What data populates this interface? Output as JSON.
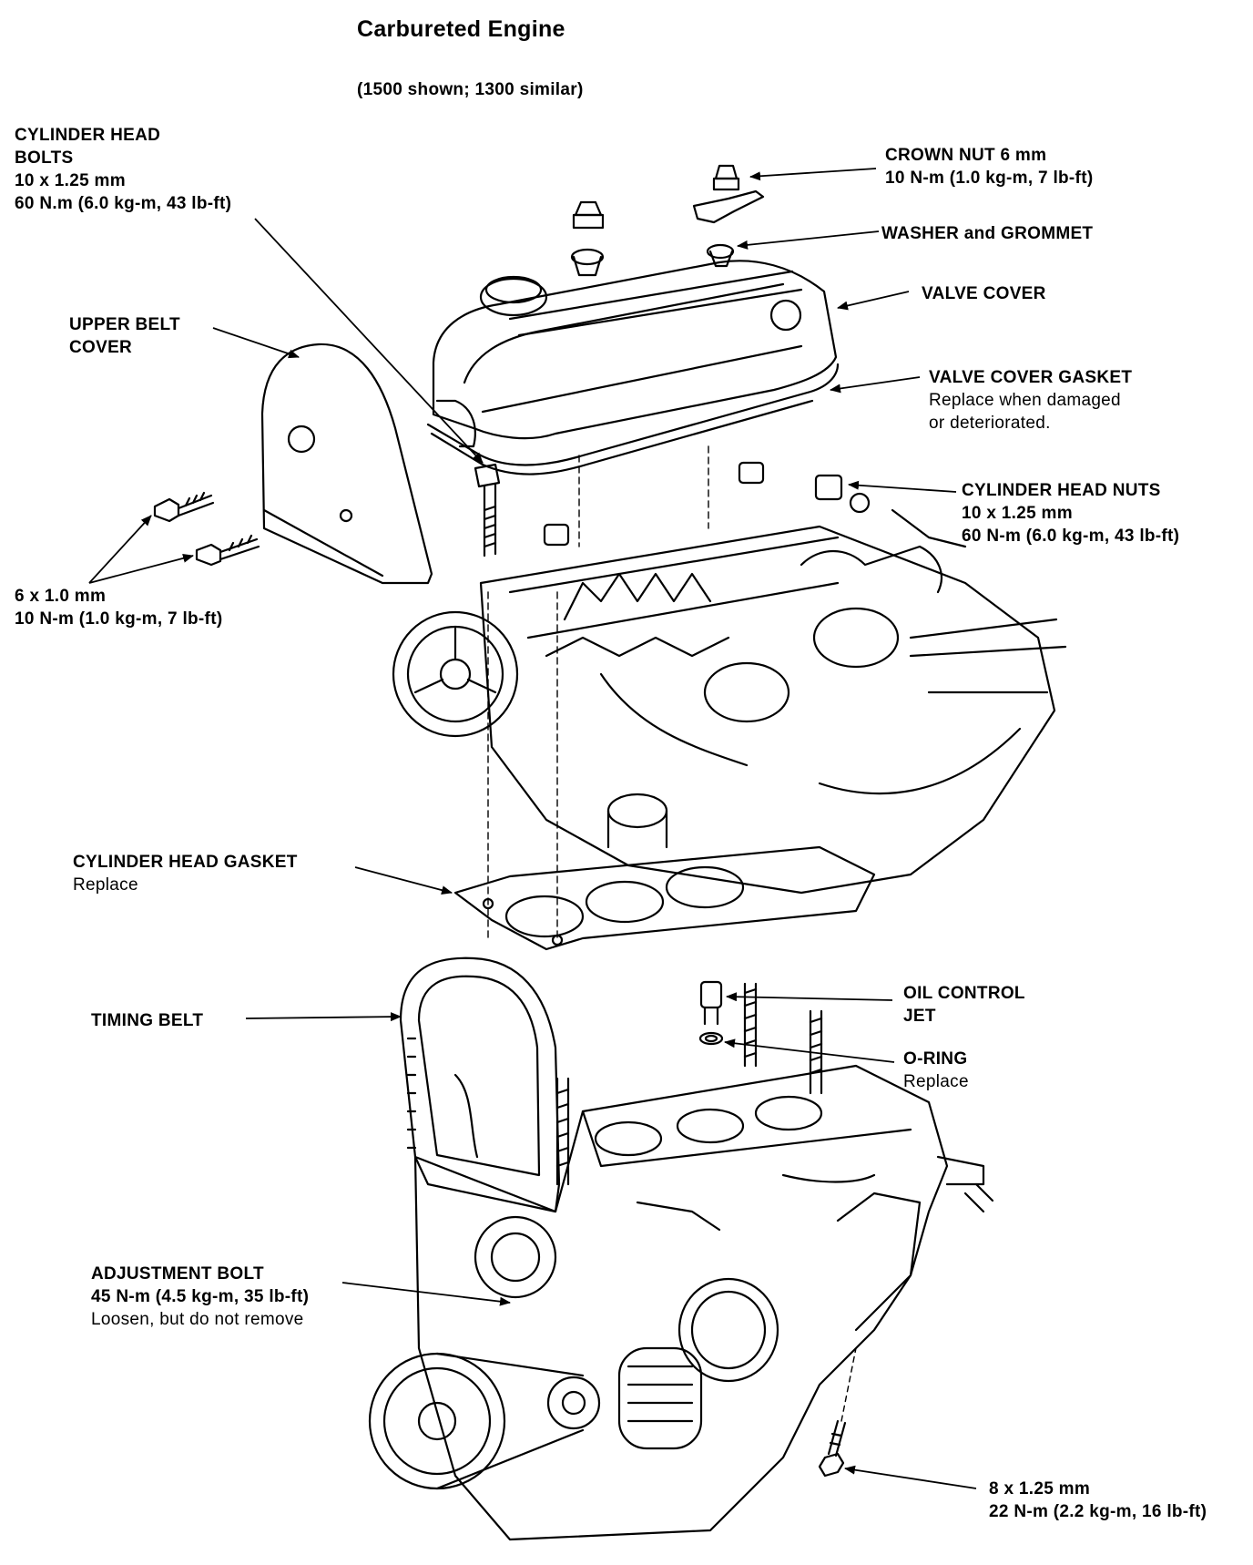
{
  "title": "Carbureted Engine",
  "subtitle": "(1500 shown; 1300 similar)",
  "labels": {
    "cyl_head_bolts": {
      "l1": "CYLINDER HEAD",
      "l2": "BOLTS",
      "l3": "10 x 1.25 mm",
      "l4": "60 N.m (6.0 kg-m, 43 lb-ft)"
    },
    "crown_nut": {
      "l1": "CROWN NUT 6 mm",
      "l2": "10 N-m (1.0 kg-m, 7 lb-ft)"
    },
    "washer_grommet": {
      "l1": "WASHER and GROMMET"
    },
    "valve_cover": {
      "l1": "VALVE COVER"
    },
    "upper_belt_cover": {
      "l1": "UPPER BELT",
      "l2": "COVER"
    },
    "valve_cover_gasket": {
      "l1": "VALVE COVER GASKET",
      "l2": "Replace when damaged",
      "l3": "or deteriorated."
    },
    "cyl_head_nuts": {
      "l1": "CYLINDER HEAD NUTS",
      "l2": "10 x 1.25 mm",
      "l3": "60 N-m (6.0 kg-m, 43 lb-ft)"
    },
    "bolt_6mm": {
      "l1": "6 x 1.0 mm",
      "l2": "10 N-m (1.0 kg-m, 7 lb-ft)"
    },
    "cyl_head_gasket": {
      "l1": "CYLINDER HEAD GASKET",
      "l2": "Replace"
    },
    "timing_belt": {
      "l1": "TIMING BELT"
    },
    "oil_control_jet": {
      "l1": "OIL CONTROL",
      "l2": "JET"
    },
    "o_ring": {
      "l1": "O-RING",
      "l2": "Replace"
    },
    "adjustment_bolt": {
      "l1": "ADJUSTMENT BOLT",
      "l2": "45 N-m (4.5 kg-m, 35 lb-ft)",
      "l3": "Loosen, but do not remove"
    },
    "bolt_8mm": {
      "l1": "8 x 1.25 mm",
      "l2": "22 N-m (2.2 kg-m, 16 lb-ft)"
    }
  },
  "colors": {
    "ink": "#000000",
    "paper": "#ffffff"
  }
}
